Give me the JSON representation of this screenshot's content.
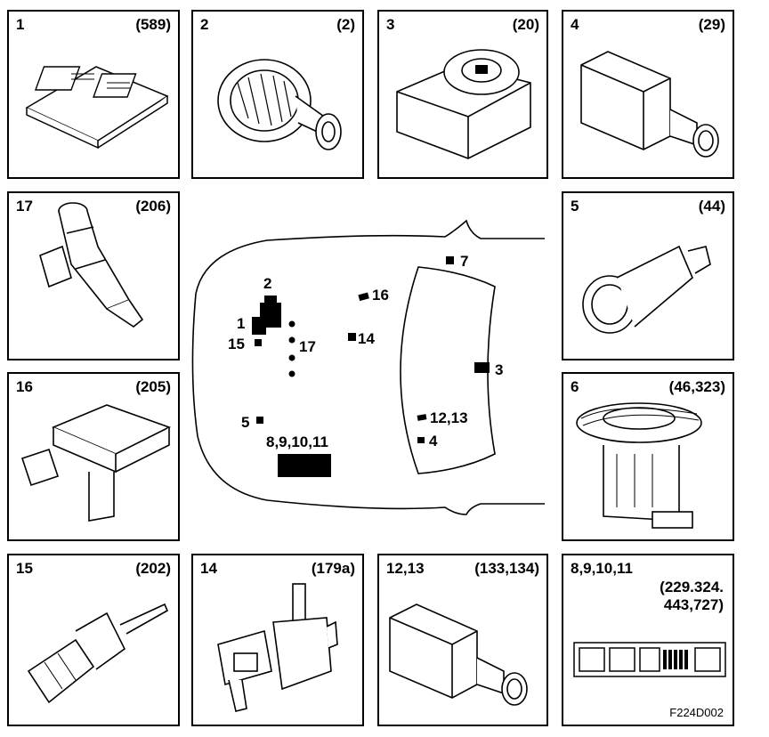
{
  "panels": {
    "p1": {
      "number": "1",
      "ref": "(589)"
    },
    "p2": {
      "number": "2",
      "ref": "(2)"
    },
    "p3": {
      "number": "3",
      "ref": "(20)"
    },
    "p4": {
      "number": "4",
      "ref": "(29)"
    },
    "p17": {
      "number": "17",
      "ref": "(206)"
    },
    "p5": {
      "number": "5",
      "ref": "(44)"
    },
    "p16": {
      "number": "16",
      "ref": "(205)"
    },
    "p6": {
      "number": "6",
      "ref": "(46,323)"
    },
    "p15": {
      "number": "15",
      "ref": "(202)"
    },
    "p14": {
      "number": "14",
      "ref": "(179a)"
    },
    "p12": {
      "number": "12,13",
      "ref": "(133,134)"
    },
    "p8": {
      "number": "8,9,10,11",
      "ref_line1": "(229.324.",
      "ref_line2": "443,727)"
    }
  },
  "center_labels": {
    "l2": "2",
    "l1": "1",
    "l15": "15",
    "l17": "17",
    "l5": "5",
    "l8": "8,9,10,11",
    "l16": "16",
    "l14": "14",
    "l7": "7",
    "l3": "3",
    "l12": "12,13",
    "l4": "4"
  },
  "figure_code": "F224D002"
}
